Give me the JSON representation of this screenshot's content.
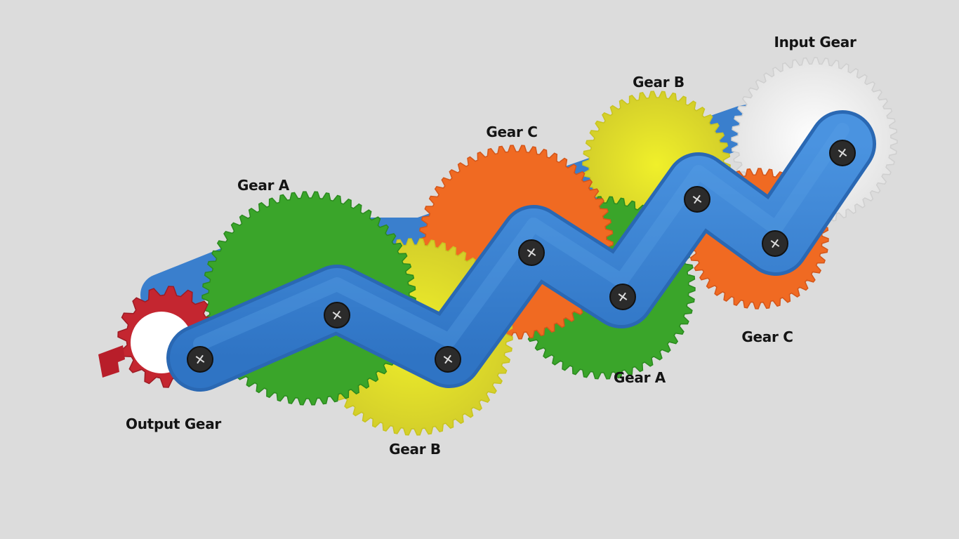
{
  "diagram": {
    "labels": {
      "input_gear": "Input Gear",
      "gear_b_top": "Gear B",
      "gear_c_top": "Gear C",
      "gear_a_top": "Gear A",
      "gear_c_bottom": "Gear C",
      "gear_a_bottom": "Gear A",
      "gear_b_bottom": "Gear B",
      "output_gear": "Output Gear"
    },
    "colors": {
      "background": "#dcdcdc",
      "frame": "#3a84d6",
      "gear_a": "#3aa52a",
      "gear_b": "#e2e22a",
      "gear_c": "#f06a22",
      "input_gear": "#eeeeee",
      "output_gear": "#c42630",
      "screw": "#2b2b2b"
    }
  }
}
